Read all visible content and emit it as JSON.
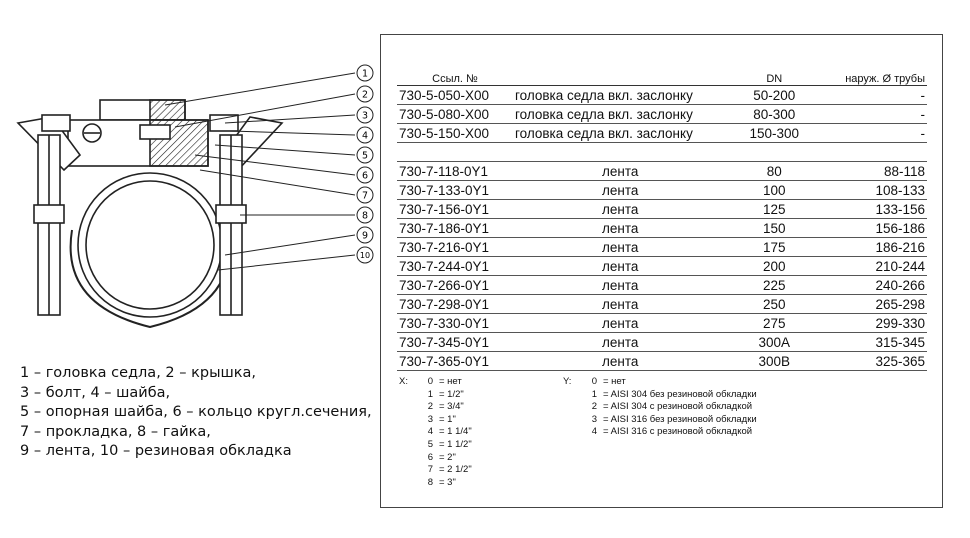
{
  "legend": [
    "1 – головка седла, 2 – крышка,",
    "3 – болт, 4 – шайба,",
    "5 – опорная шайба, 6 – кольцо кругл.сечения,",
    "7 – прокладка, 8 – гайка,",
    "9 – лента, 10 – резиновая обкладка"
  ],
  "callouts": [
    "1",
    "2",
    "3",
    "4",
    "5",
    "6",
    "7",
    "8",
    "9",
    "10"
  ],
  "table": {
    "headers": [
      "Ссыл. №",
      "",
      "DN",
      "наруж. Ø трубы"
    ],
    "valve_rows": [
      [
        "730-5-050-X00",
        "головка седла вкл. заслонку",
        "50-200",
        "-"
      ],
      [
        "730-5-080-X00",
        "головка седла вкл. заслонку",
        "80-300",
        "-"
      ],
      [
        "730-5-150-X00",
        "головка седла вкл. заслонку",
        "150-300",
        "-"
      ]
    ],
    "band_rows": [
      [
        "730-7-118-0Y1",
        "лента",
        "80",
        "88-118"
      ],
      [
        "730-7-133-0Y1",
        "лента",
        "100",
        "108-133"
      ],
      [
        "730-7-156-0Y1",
        "лента",
        "125",
        "133-156"
      ],
      [
        "730-7-186-0Y1",
        "лента",
        "150",
        "156-186"
      ],
      [
        "730-7-216-0Y1",
        "лента",
        "175",
        "186-216"
      ],
      [
        "730-7-244-0Y1",
        "лента",
        "200",
        "210-244"
      ],
      [
        "730-7-266-0Y1",
        "лента",
        "225",
        "240-266"
      ],
      [
        "730-7-298-0Y1",
        "лента",
        "250",
        "265-298"
      ],
      [
        "730-7-330-0Y1",
        "лента",
        "275",
        "299-330"
      ],
      [
        "730-7-345-0Y1",
        "лента",
        "300A",
        "315-345"
      ],
      [
        "730-7-365-0Y1",
        "лента",
        "300B",
        "325-365"
      ]
    ]
  },
  "codes_x": {
    "head": "X:",
    "items": [
      [
        "0",
        "= нет"
      ],
      [
        "1",
        "= 1/2\""
      ],
      [
        "2",
        "= 3/4\""
      ],
      [
        "3",
        "= 1\""
      ],
      [
        "4",
        "= 1 1/4\""
      ],
      [
        "5",
        "= 1 1/2\""
      ],
      [
        "6",
        "= 2\""
      ],
      [
        "7",
        "= 2 1/2\""
      ],
      [
        "8",
        "= 3\""
      ]
    ]
  },
  "codes_y": {
    "head": "Y:",
    "items": [
      [
        "0",
        "= нет"
      ],
      [
        "1",
        "= AISI 304 без резиновой обкладки"
      ],
      [
        "2",
        "= AISI 304 с резиновой обкладкой"
      ],
      [
        "3",
        "= AISI 316 без резиновой обкладки"
      ],
      [
        "4",
        "= AISI 316 с резиновой обкладкой"
      ]
    ]
  }
}
